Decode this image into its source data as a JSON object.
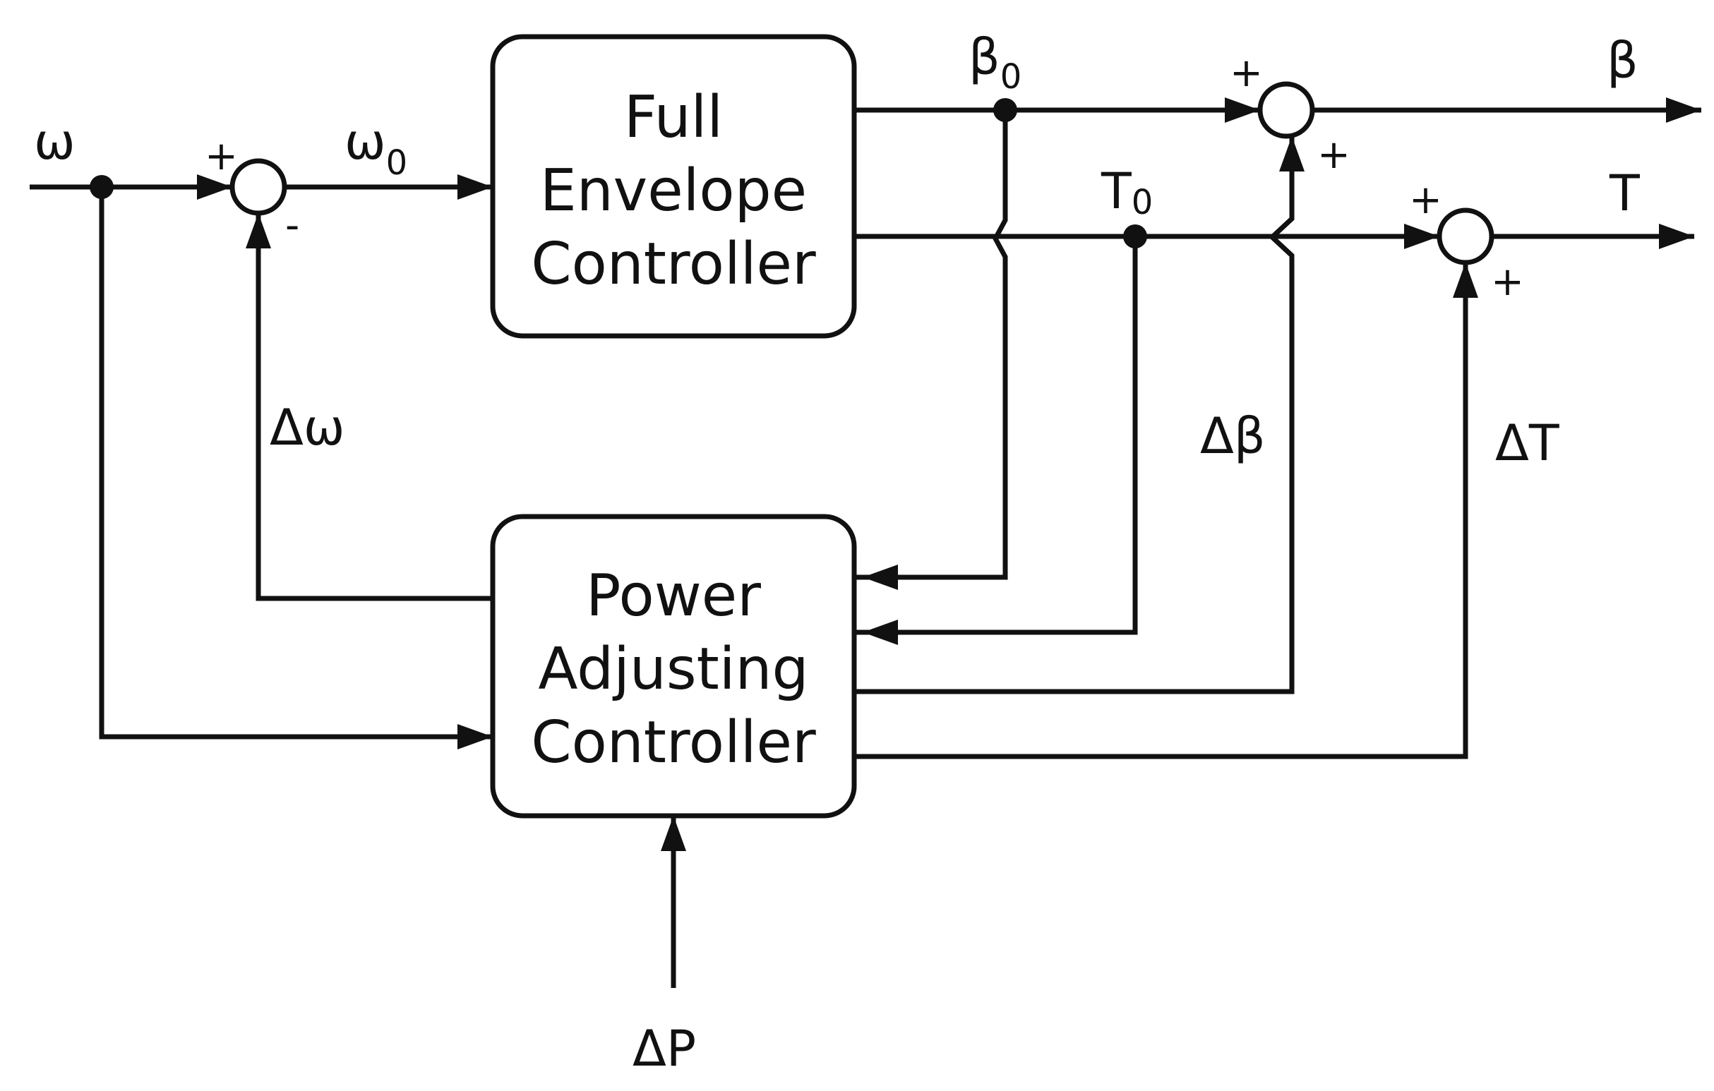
{
  "blocks": {
    "fec": {
      "lines": [
        "Full",
        "Envelope",
        "Controller"
      ]
    },
    "pac": {
      "lines": [
        "Power",
        "Adjusting",
        "Controller"
      ]
    }
  },
  "signals": {
    "omega": "ω",
    "omega0": {
      "base": "ω",
      "sub": "0"
    },
    "beta0": {
      "base": "β",
      "sub": "0"
    },
    "t0": {
      "base": "T",
      "sub": "0"
    },
    "beta": "β",
    "t": "T",
    "d_omega": "Δω",
    "d_beta": "Δβ",
    "d_t": "ΔT",
    "d_p": "ΔP"
  },
  "signs": {
    "s1_top": "+",
    "s1_bottom": "-",
    "s2_top": "+",
    "s2_bottom": "+",
    "s3_top": "+",
    "s3_bottom": "+"
  },
  "colors": {
    "line": "#111111",
    "background": "#ffffff"
  }
}
